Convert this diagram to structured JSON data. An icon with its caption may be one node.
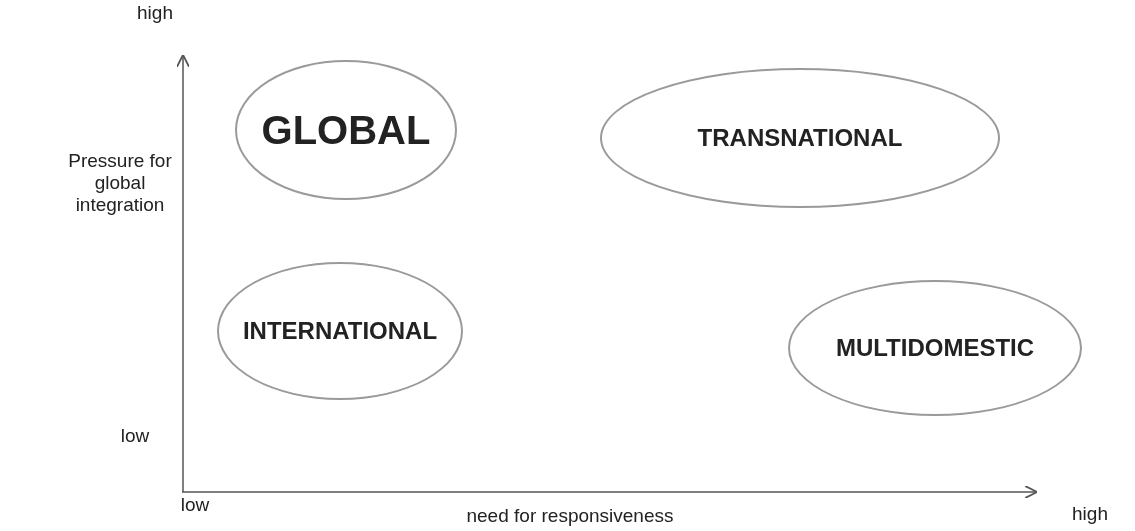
{
  "diagram": {
    "nodes": [
      {
        "text": [
          "GLOBAL"
        ]
      },
      {
        "text": [
          "TRANSNATIONAL"
        ]
      },
      {
        "text": [
          "INTERNATIONAL"
        ]
      },
      {
        "text": [
          "MULTIDOMESTIC"
        ]
      }
    ],
    "edges": [],
    "labels": [
      "high",
      "Pressure for global integration",
      "low",
      "low",
      "need for responsiveness",
      "high"
    ]
  }
}
